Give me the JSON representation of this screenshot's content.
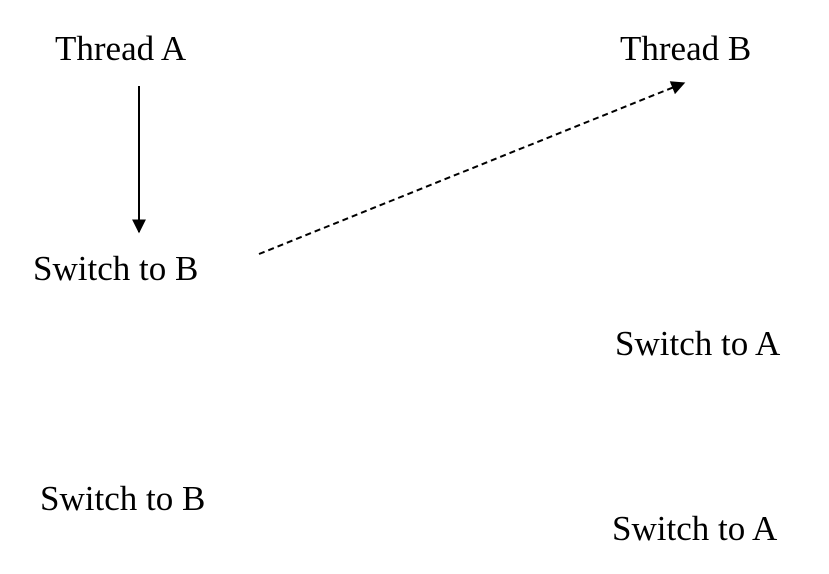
{
  "diagram": {
    "threads": {
      "a": {
        "title": "Thread A",
        "steps": [
          "Switch to B",
          "Switch to B"
        ]
      },
      "b": {
        "title": "Thread B",
        "steps": [
          "Switch to A",
          "Switch to A"
        ]
      }
    },
    "edges": [
      {
        "from": "Thread A",
        "to": "Switch to B",
        "style": "solid"
      },
      {
        "from": "Switch to B",
        "to": "Thread B",
        "style": "dashed"
      }
    ],
    "colors": {
      "background": "#ffffff",
      "ink": "#000000"
    }
  }
}
